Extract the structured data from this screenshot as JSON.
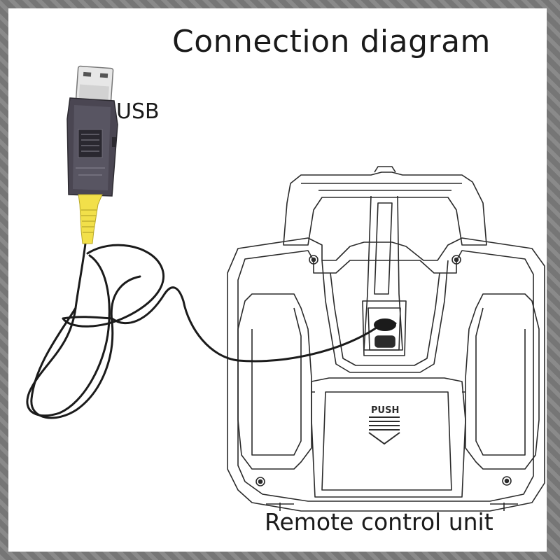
{
  "diagram": {
    "title": "Connection diagram",
    "usb_label": "USB",
    "remote_label": "Remote control unit",
    "push_label": "PUSH"
  },
  "colors": {
    "background_frame": "#7d7d7d",
    "panel": "#ffffff",
    "dongle_body": "#4a4652",
    "connector_yellow": "#f2e04a",
    "cable": "#1b1b1b",
    "outline": "#2b2b2b"
  },
  "icons": [
    "usb-plug-icon",
    "usb-dongle-icon",
    "cable-icon",
    "remote-control-icon",
    "push-arrow-icon"
  ]
}
